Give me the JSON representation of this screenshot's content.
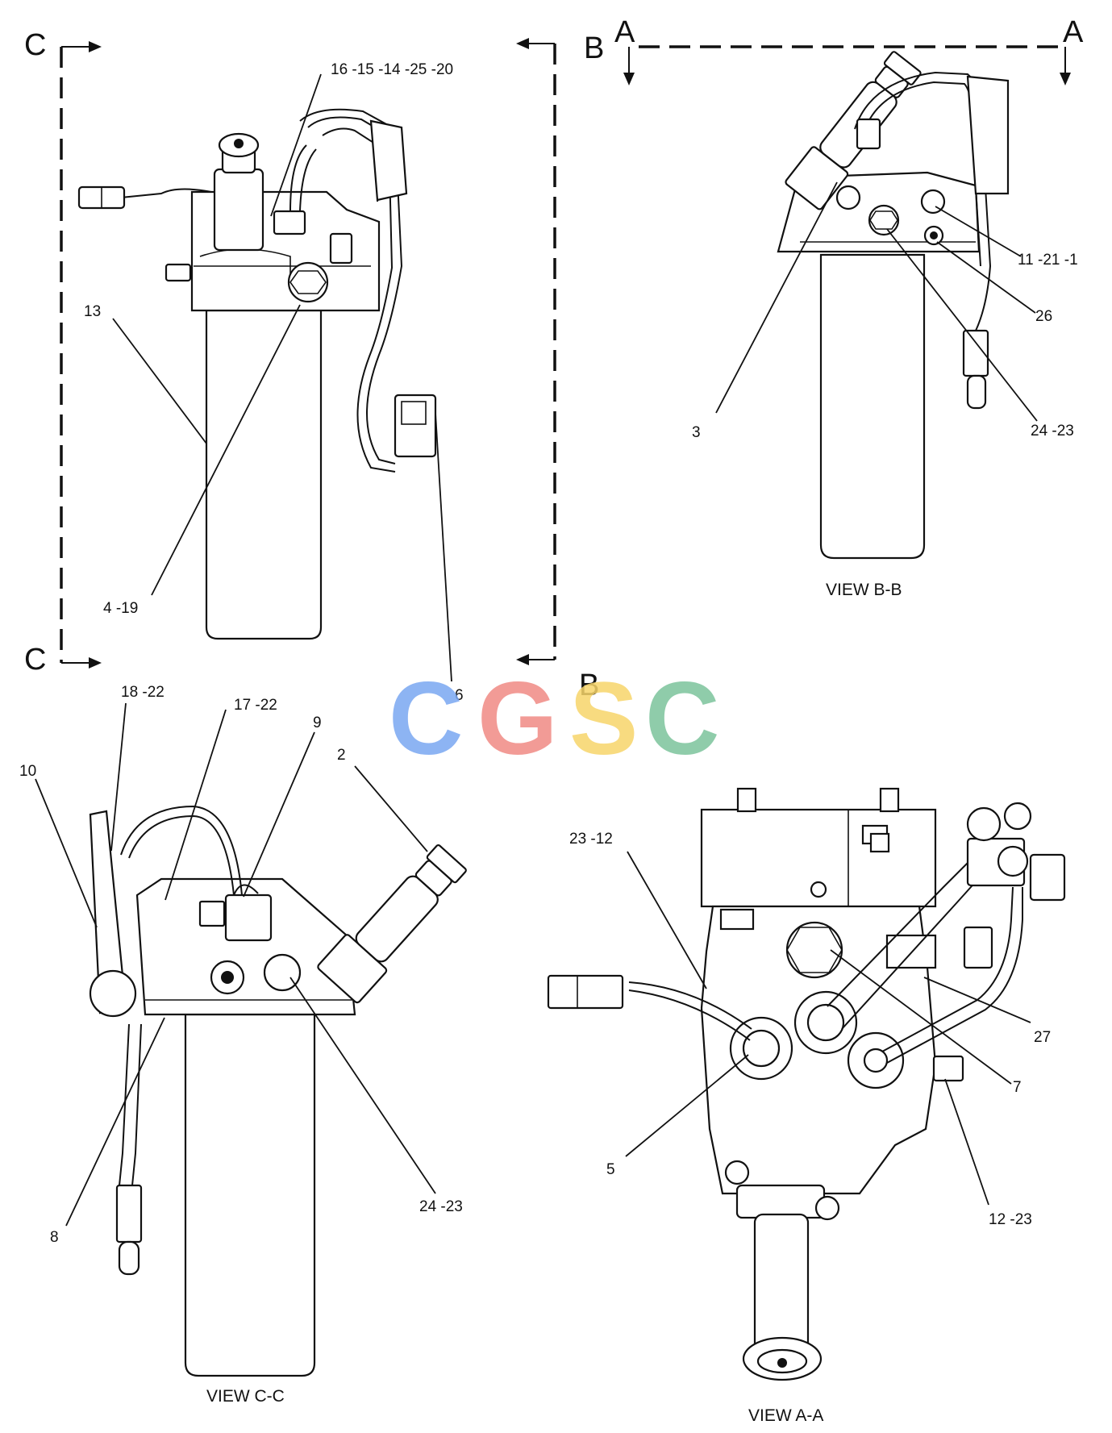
{
  "section_markers": {
    "c_top": "C",
    "c_bottom": "C",
    "b_top": "B",
    "b_bottom": "B",
    "a_left": "A",
    "a_right": "A"
  },
  "captions": {
    "view_b": "VIEW B-B",
    "view_c": "VIEW C-C",
    "view_a": "VIEW A-A"
  },
  "callouts": {
    "main": {
      "c16": "16 -15 -14 -25 -20",
      "c13": "13",
      "c4": "4 -19",
      "c6": "6"
    },
    "view_b": {
      "c11": "11 -21 -1",
      "c26": "26",
      "c3": "3",
      "c24": "24 -23"
    },
    "view_c": {
      "c18": "18 -22",
      "c17": "17 -22",
      "c9": "9",
      "c2": "2",
      "c10": "10",
      "c24": "24 -23",
      "c8": "8"
    },
    "view_a": {
      "c23": "23 -12",
      "c27": "27",
      "c7": "7",
      "c5": "5",
      "c12": "12 -23"
    }
  },
  "watermark": {
    "letters": [
      "C",
      "G",
      "S",
      "C"
    ],
    "colors": [
      "#7aa7f2",
      "#f08a84",
      "#f7d56a",
      "#7cc49c"
    ]
  }
}
